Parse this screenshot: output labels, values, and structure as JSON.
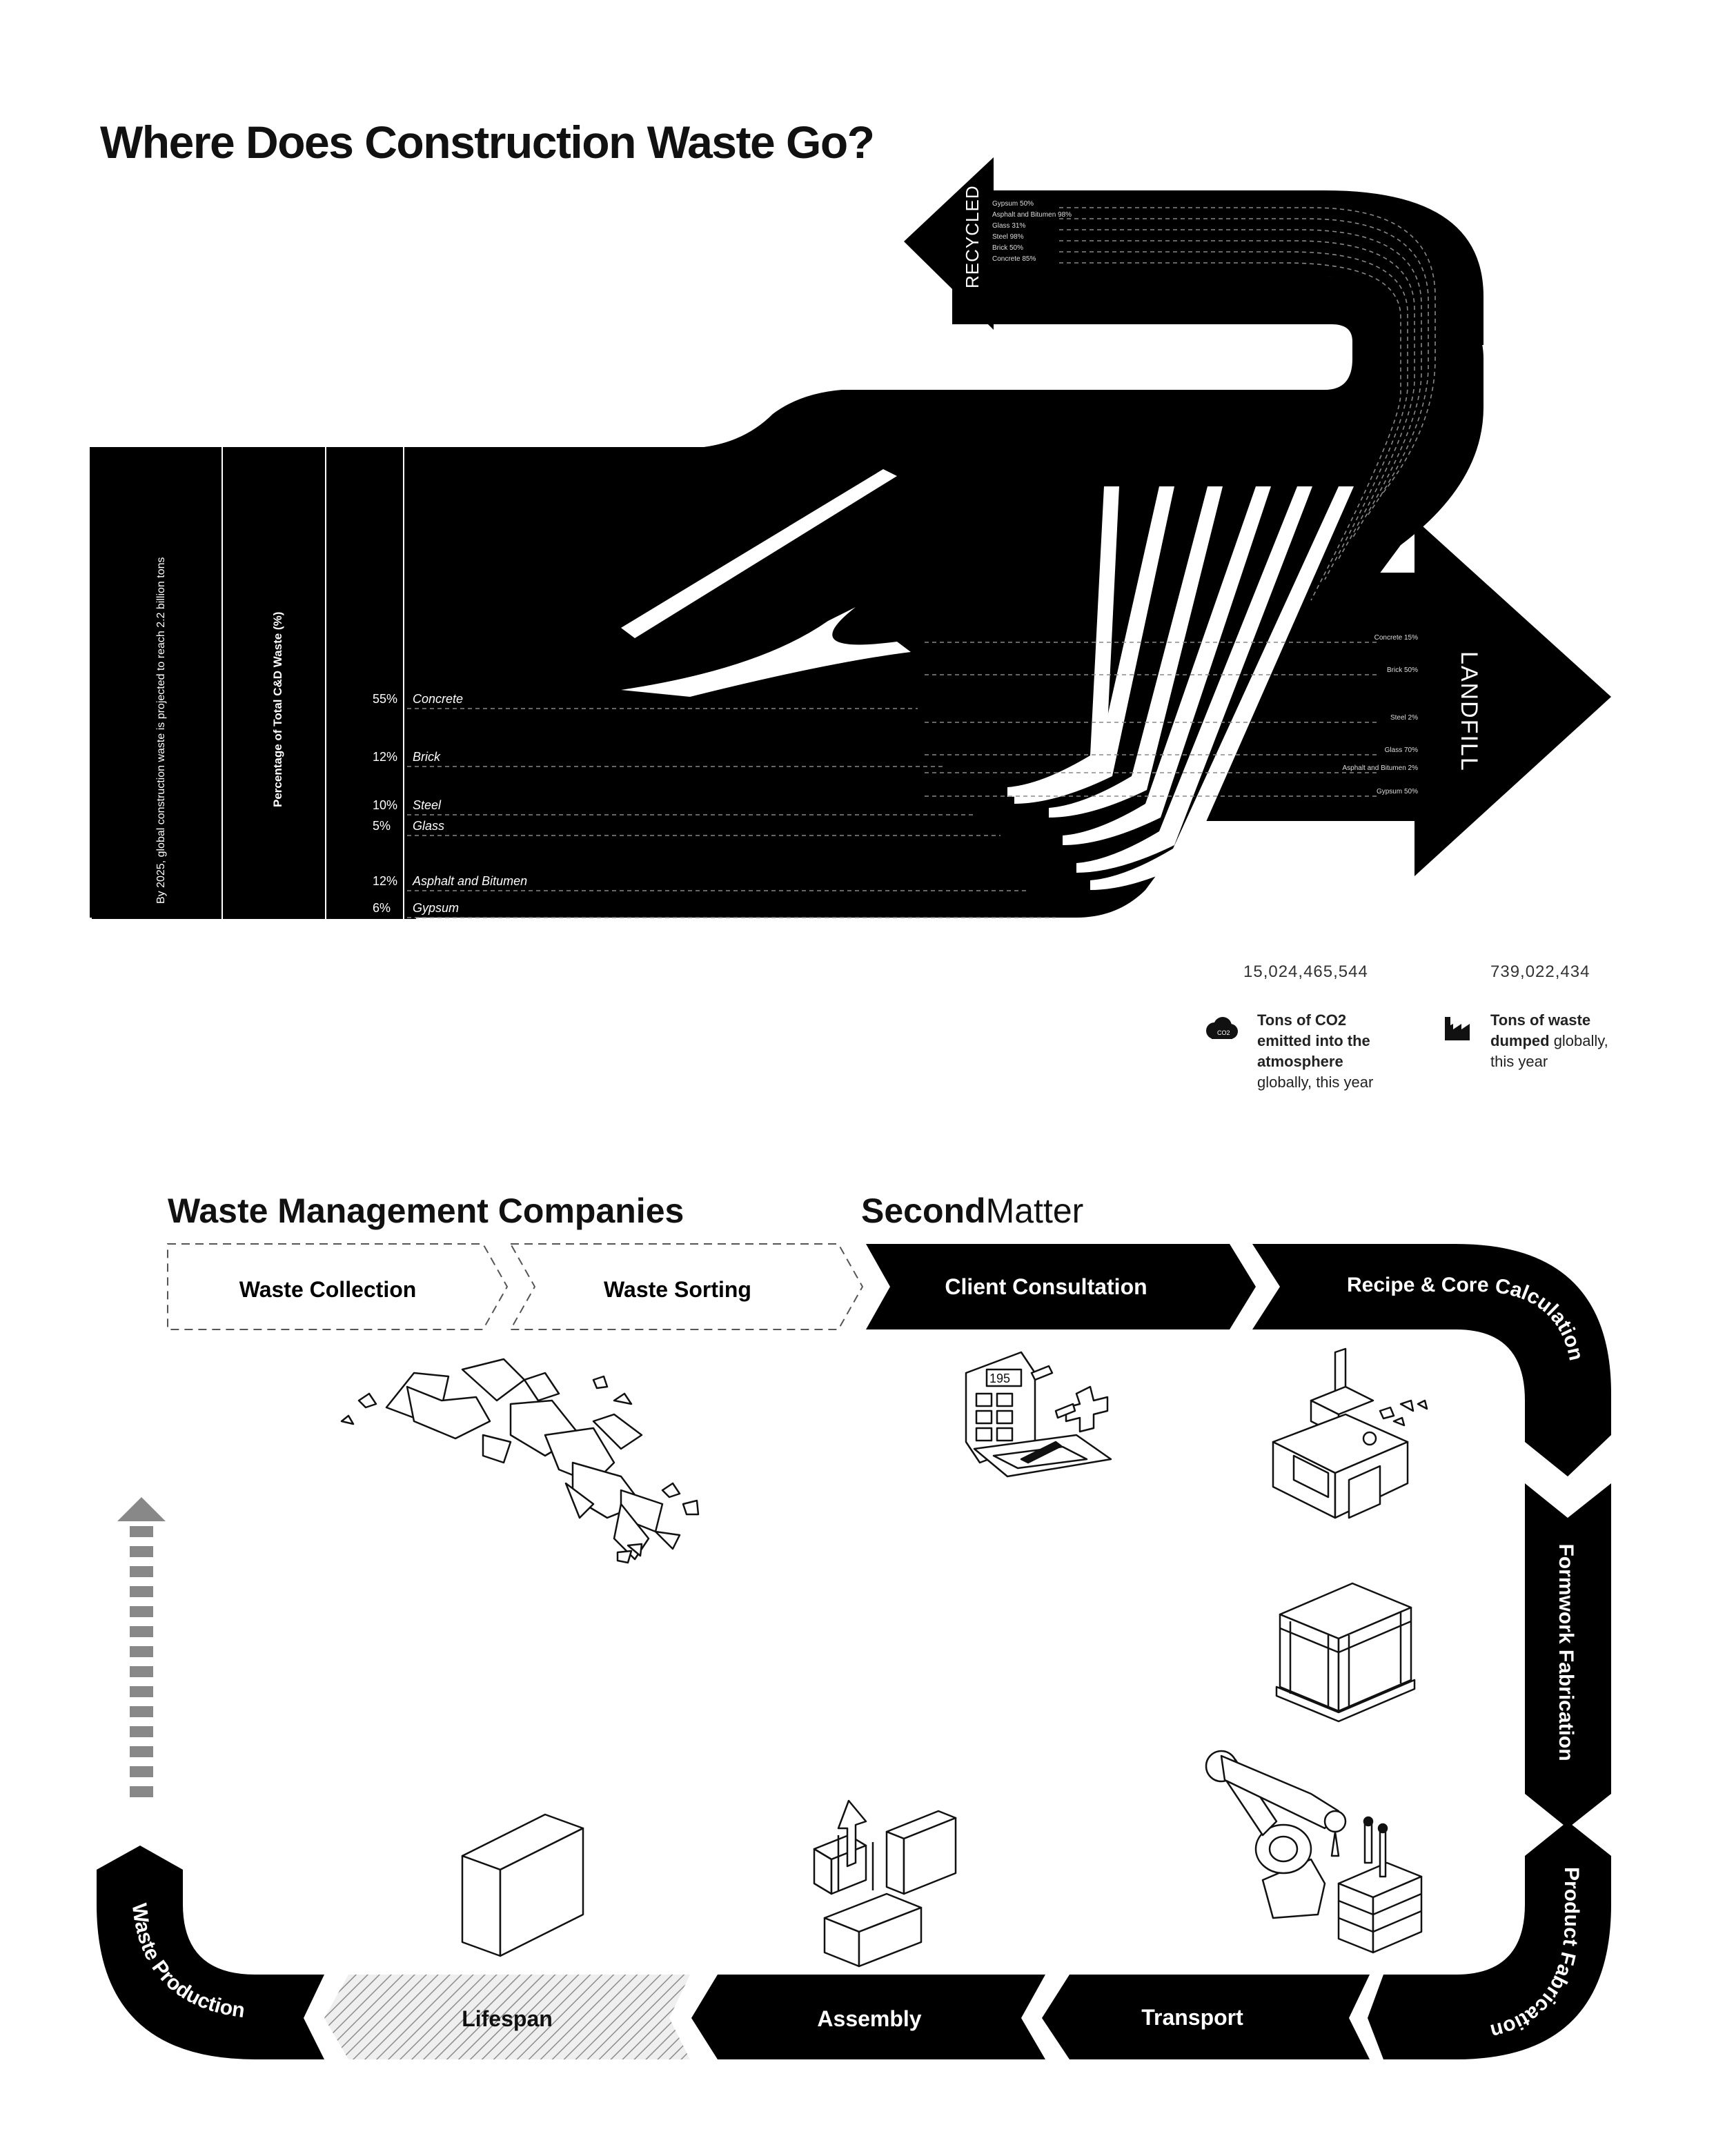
{
  "title": "Where Does Construction Waste Go?",
  "sankey": {
    "left_caption_1": "By 2025, global construction waste is projected to reach 2.2 billion tons",
    "left_caption_2": "Percentage of Total C&D Waste (%)",
    "recycled_label": "RECYCLED",
    "landfill_label": "LANDFILL",
    "materials": [
      {
        "pct": "55%",
        "name": "Concrete"
      },
      {
        "pct": "12%",
        "name": "Brick"
      },
      {
        "pct": "10%",
        "name": "Steel"
      },
      {
        "pct": "5%",
        "name": "Glass"
      },
      {
        "pct": "12%",
        "name": "Asphalt and Bitumen"
      },
      {
        "pct": "6%",
        "name": "Gypsum"
      }
    ],
    "recycled_items": [
      "Gypsum 50%",
      "Asphalt and Bitumen 98%",
      "Glass 31%",
      "Steel 98%",
      "Brick 50%",
      "Concrete 85%"
    ],
    "landfill_items": [
      "Concrete 15%",
      "Brick 50%",
      "Steel 2%",
      "Glass 70%",
      "Asphalt and Bitumen 2%",
      "Gypsum 50%"
    ]
  },
  "chart_data": {
    "type": "sankey",
    "title": "Where Does Construction Waste Go?",
    "total": "2.2 billion tons",
    "share_of_total_pct": {
      "Concrete": 55,
      "Brick": 12,
      "Steel": 10,
      "Glass": 5,
      "Asphalt and Bitumen": 12,
      "Gypsum": 6
    },
    "recycled_pct": {
      "Gypsum": 50,
      "Asphalt and Bitumen": 98,
      "Glass": 31,
      "Steel": 98,
      "Brick": 50,
      "Concrete": 85
    },
    "landfill_pct": {
      "Concrete": 15,
      "Brick": 50,
      "Steel": 2,
      "Glass": 70,
      "Asphalt and Bitumen": 2,
      "Gypsum": 50
    }
  },
  "stats": {
    "co2_number": "15,024,465,544",
    "co2_bold": "Tons of CO2 emitted into the atmosphere",
    "co2_rest": "globally, this year",
    "co2_icon": "co2-cloud-icon",
    "waste_number": "739,022,434",
    "waste_bold": "Tons of waste dumped",
    "waste_rest": "globally, this year",
    "waste_icon": "factory-icon"
  },
  "process": {
    "wmc_header": "Waste Management Companies",
    "brand_bold": "Second",
    "brand_light": "Matter",
    "steps": {
      "waste_collection": "Waste Collection",
      "waste_sorting": "Waste Sorting",
      "client_consultation": "Client Consultation",
      "recipe": "Recipe & Core Calculation",
      "formwork": "Formwork Fabrication",
      "product": "Product Fabrication",
      "transport": "Transport",
      "assembly": "Assembly",
      "lifespan": "Lifespan",
      "waste_production": "Waste Production"
    },
    "icons": [
      "rubble-icon",
      "calculator-icon",
      "press-machine-icon",
      "formwork-box-icon",
      "robot-arm-icon",
      "assembly-wall-icon",
      "block-icon",
      "up-arrow-icon"
    ],
    "calculator_display": "195"
  }
}
